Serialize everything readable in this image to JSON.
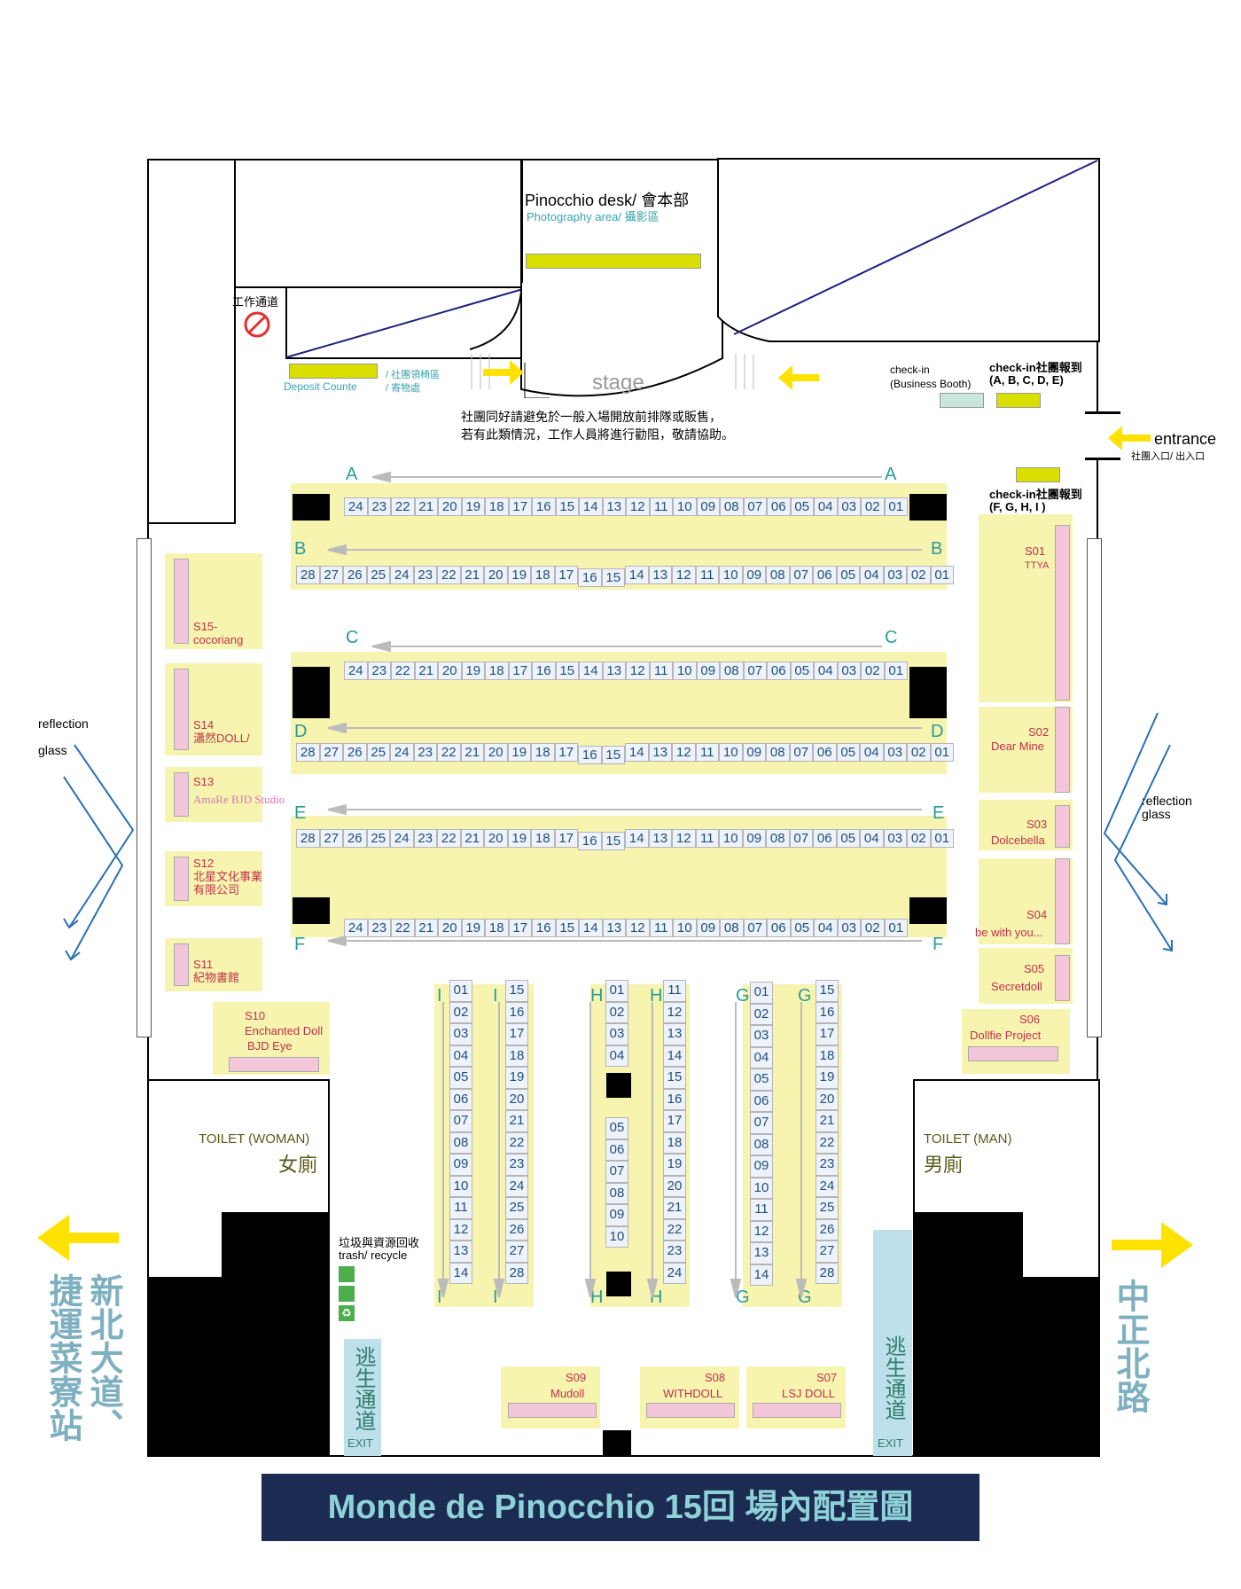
{
  "title": "Monde de Pinocchio 15回 場內配置圖",
  "top": {
    "pinocchio_desk": "Pinocchio desk/ 會本部",
    "photo_area": "Photography area/ 攝影區",
    "staff_passage": "工作通道",
    "deposit": "Deposit Counte",
    "deposit_cn1": "/ 社團領椅區",
    "deposit_cn2": "/ 寄物處",
    "stage": "stage",
    "notice1": "社團同好請避免於一般入場開放前排隊或販售，",
    "notice2": "若有此類情況，工作人員將進行勸阻，敬請協助。",
    "checkin_business": "check-in",
    "checkin_business2": "(Business Booth)",
    "checkin_ae": "check-in社團報到",
    "checkin_ae2": "(A, B, C, D, E)",
    "checkin_fi": "check-in社團報到",
    "checkin_fi2": "(F, G, H, I )",
    "entrance": "entrance",
    "entrance_cn": "社團入口/ 出入口"
  },
  "reflection": {
    "left1": "reflection",
    "left2": "glass",
    "right1": "reflection",
    "right2": "glass"
  },
  "rows": {
    "A": [
      "24",
      "23",
      "22",
      "21",
      "20",
      "19",
      "18",
      "17",
      "16",
      "15",
      "14",
      "13",
      "12",
      "11",
      "10",
      "09",
      "08",
      "07",
      "06",
      "05",
      "04",
      "03",
      "02",
      "01"
    ],
    "B": [
      "28",
      "27",
      "26",
      "25",
      "24",
      "23",
      "22",
      "21",
      "20",
      "19",
      "18",
      "17",
      "16",
      "15",
      "14",
      "13",
      "12",
      "11",
      "10",
      "09",
      "08",
      "07",
      "06",
      "05",
      "04",
      "03",
      "02",
      "01"
    ]
  },
  "row_labels": [
    "A",
    "B",
    "C",
    "D",
    "E",
    "F",
    "G",
    "H",
    "I"
  ],
  "columns": {
    "I_left": [
      "01",
      "02",
      "03",
      "04",
      "05",
      "06",
      "07",
      "08",
      "09",
      "10",
      "11",
      "12",
      "13",
      "14"
    ],
    "I_right": [
      "15",
      "16",
      "17",
      "18",
      "19",
      "20",
      "21",
      "22",
      "23",
      "24",
      "25",
      "26",
      "27",
      "28"
    ],
    "H_left_top": [
      "01",
      "02",
      "03",
      "04"
    ],
    "H_left_bot": [
      "05",
      "06",
      "07",
      "08",
      "09",
      "10"
    ],
    "H_right": [
      "11",
      "12",
      "13",
      "14",
      "15",
      "16",
      "17",
      "18",
      "19",
      "20",
      "21",
      "22",
      "23",
      "24"
    ]
  },
  "booths": {
    "s15": "S15-",
    "s15n": "cocoriang",
    "s14": "S14",
    "s14n": "瀟然DOLL/",
    "s13": "S13",
    "s13n": "AmaRe BJD Studio",
    "s12": "S12",
    "s12n": "北星文化事業",
    "s12n2": "有限公司",
    "s11": "S11",
    "s11n": "紀物書館",
    "s10": "S10",
    "s10n": "Enchanted Doll",
    "s10n2": "BJD Eye",
    "s01": "S01",
    "s01n": "TTYA",
    "s02": "S02",
    "s02n": "Dear Mine",
    "s03": "S03",
    "s03n": "Dolcebella",
    "s04": "S04",
    "s04n": "be with you...",
    "s05": "S05",
    "s05n": "Secretdoll",
    "s06": "S06",
    "s06n": "Dollfie Project",
    "s09": "S09",
    "s09n": "Mudoll",
    "s08": "S08",
    "s08n": "WITHDOLL",
    "s07": "S07",
    "s07n": "LSJ DOLL"
  },
  "toilets": {
    "woman": "TOILET (WOMAN)",
    "woman_cn": "女廁",
    "man": "TOILET (MAN)",
    "man_cn": "男廁"
  },
  "trash": {
    "cn": "垃圾與資源回收",
    "en": "trash/ recycle"
  },
  "exits": {
    "left": "逃生通道",
    "right": "逃生通道",
    "exit": "EXIT"
  },
  "streets": {
    "left_a": "新北大道、",
    "left_b": "捷運菜寮站",
    "right": "中正北路"
  },
  "colors": {
    "title_bg": "#1c2b52",
    "title_fg": "#8ed2d8",
    "street": "#7fb0c0",
    "yellow_arrow": "#ffe200"
  }
}
